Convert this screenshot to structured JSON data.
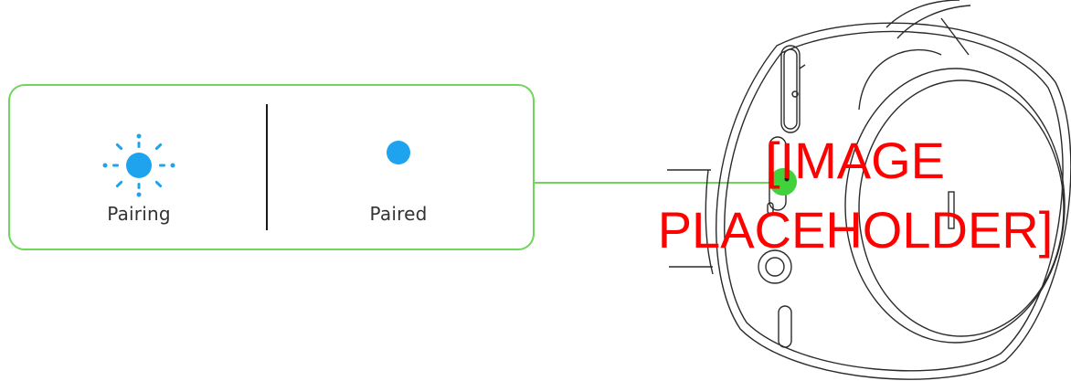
{
  "legend": {
    "pairing_label": "Pairing",
    "paired_label": "Paired"
  },
  "placeholder": {
    "line1": "[IMAGE",
    "line2": "PLACEHOLDER]"
  },
  "colors": {
    "led_blue": "#1fa3ee",
    "highlight_green": "#3fd23a",
    "box_border": "#6fd65a",
    "placeholder_red": "#ff0000"
  },
  "icons": {
    "pairing": "led-blinking-icon",
    "paired": "led-solid-icon"
  }
}
